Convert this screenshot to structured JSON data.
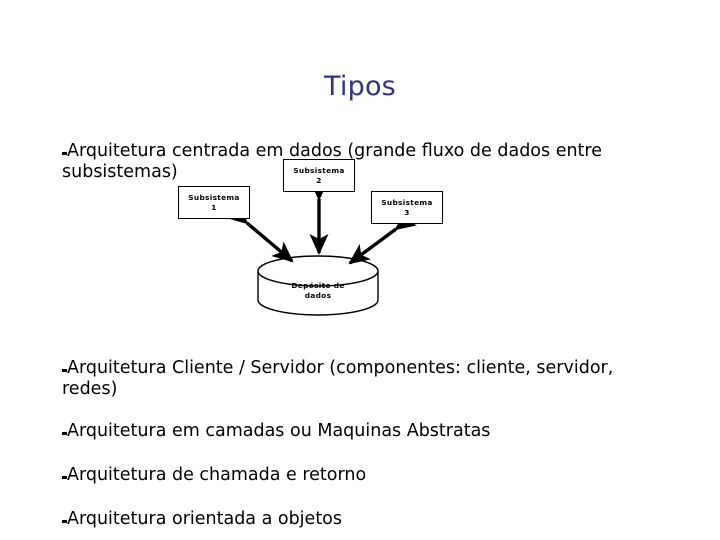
{
  "slide": {
    "title": "Tipos",
    "title_color": "#333377",
    "background_color": "#ffffff",
    "text_color": "#000000"
  },
  "bullets": [
    {
      "marker": "square-bullet",
      "text": "Arquitetura centrada em dados (grande fluxo de dados entre subsistemas)"
    },
    {
      "marker": "square-bullet",
      "text": "Arquitetura Cliente / Servidor (componentes: cliente, servidor, redes)"
    },
    {
      "marker": "square-bullet",
      "text": "Arquitetura em camadas ou Maquinas Abstratas"
    },
    {
      "marker": "square-bullet",
      "text": "Arquitetura de chamada e retorno"
    },
    {
      "marker": "square-bullet",
      "text": "Arquitetura orientada a objetos"
    }
  ],
  "diagram": {
    "name": "data-centered-architecture-diagram",
    "nodes": [
      {
        "id": "sub1",
        "label": "Subsistema\n1",
        "shape": "rectangle"
      },
      {
        "id": "sub2",
        "label": "Subsistema\n2",
        "shape": "rectangle"
      },
      {
        "id": "sub3",
        "label": "Subsistema\n3",
        "shape": "rectangle"
      },
      {
        "id": "repo",
        "label": "Depósito de\ndados",
        "shape": "cylinder"
      }
    ],
    "connections": [
      {
        "from": "sub1",
        "to": "repo",
        "type": "double-arrow"
      },
      {
        "from": "sub2",
        "to": "repo",
        "type": "double-arrow"
      },
      {
        "from": "sub3",
        "to": "repo",
        "type": "double-arrow"
      }
    ],
    "stroke_color": "#000000"
  }
}
